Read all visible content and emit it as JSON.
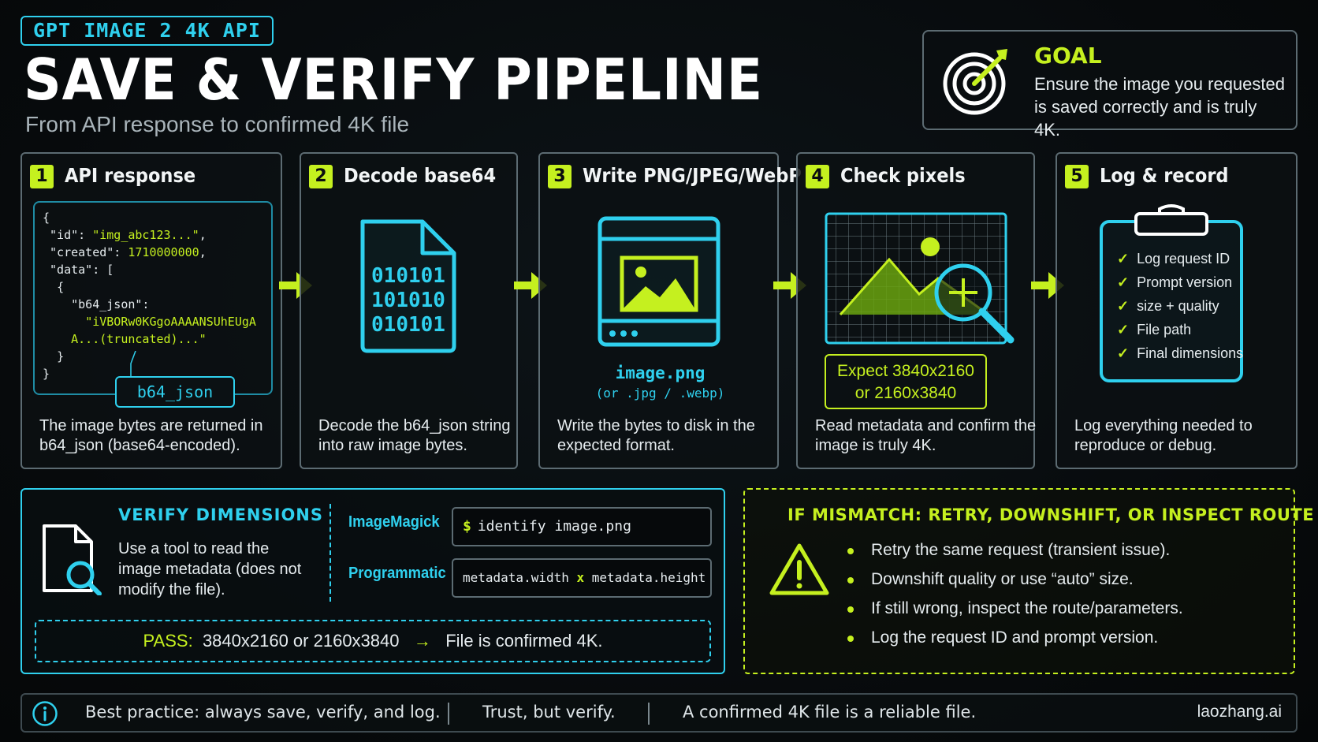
{
  "header": {
    "tag": "GPT IMAGE 2 4K API",
    "title": "SAVE & VERIFY PIPELINE",
    "subtitle": "From API response to confirmed 4K file"
  },
  "goal": {
    "title": "GOAL",
    "text": "Ensure the image you requested is saved correctly and is truly 4K.",
    "icon": "target-icon"
  },
  "steps": [
    {
      "number": "1",
      "title": "API response",
      "code": {
        "l1": "{",
        "l2a": "\"id\": ",
        "l2b": "\"img_abc123...\"",
        "l2c": ",",
        "l3a": "\"created\": ",
        "l3b": "1710000000",
        "l3c": ",",
        "l4": "\"data\": [",
        "l5": "{",
        "l6": "\"b64_json\":",
        "l7": "\"iVBORw0KGgoAAAANSUhEUgA",
        "l8": "A...(truncated)...\"",
        "l9": "}",
        "l10": "}"
      },
      "callout": "b64_json",
      "desc1": "The image bytes are returned in",
      "desc2": "b64_json (base64-encoded)."
    },
    {
      "number": "2",
      "title": "Decode base64",
      "binary": [
        "010101",
        "101010",
        "010101"
      ],
      "desc1": "Decode the b64_json string",
      "desc2": "into raw image bytes."
    },
    {
      "number": "3",
      "title": "Write PNG/JPEG/WebP",
      "filename": "image.png",
      "alt": "(or .jpg / .webp)",
      "desc1": "Write the bytes to disk in the",
      "desc2": "expected format."
    },
    {
      "number": "4",
      "title": "Check pixels",
      "expect1": "Expect 3840x2160",
      "expect2": "or 2160x3840",
      "desc1": "Read metadata and confirm the",
      "desc2": "image is truly 4K."
    },
    {
      "number": "5",
      "title": "Log & record",
      "checklist": [
        "Log request ID",
        "Prompt version",
        "size + quality",
        "File path",
        "Final dimensions"
      ],
      "desc1": "Log everything needed to",
      "desc2": "reproduce or debug."
    }
  ],
  "verify": {
    "title": "VERIFY DIMENSIONS",
    "text": "Use a tool to read the image metadata (does not modify the file).",
    "imagemagick_label": "ImageMagick",
    "imagemagick_prompt": "$",
    "imagemagick_cmd": "identify image.png",
    "programmatic_label": "Programmatic",
    "prog_a": "metadata.width",
    "prog_x": "x",
    "prog_b": "metadata.height",
    "pass_label": "PASS:",
    "pass_dims": "3840x2160 or 2160x3840",
    "pass_arrow": "→",
    "pass_result": "File is confirmed 4K."
  },
  "mismatch": {
    "title": "IF MISMATCH: RETRY, DOWNSHIFT, OR INSPECT ROUTE",
    "items": [
      "Retry the same request (transient issue).",
      "Downshift quality or use “auto” size.",
      "If still wrong, inspect the route/parameters.",
      "Log the request ID and prompt version."
    ]
  },
  "footer": {
    "t1": "Best practice: always save, verify, and log.",
    "t2": "Trust, but verify.",
    "t3": "A confirmed 4K file is a reliable file.",
    "brand": "laozhang.ai"
  },
  "colors": {
    "accent_lime": "#c5f01f",
    "accent_cyan": "#2fd0ee",
    "background": "#070a0c"
  }
}
